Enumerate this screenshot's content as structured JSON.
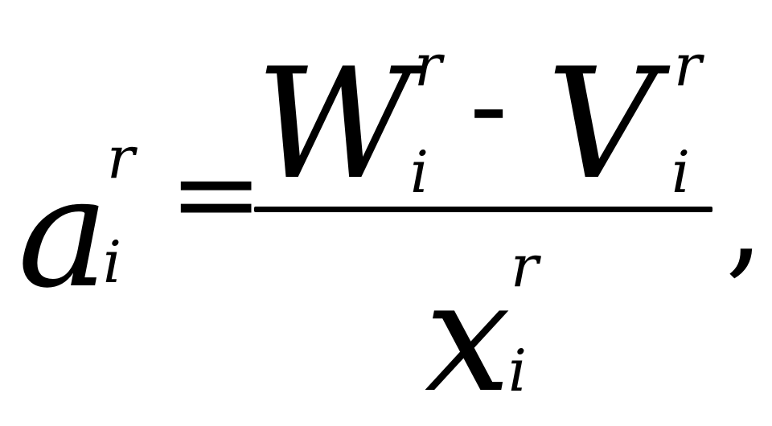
{
  "formula": {
    "lhs": {
      "base": "a",
      "superscript": "r",
      "subscript": "i"
    },
    "equals": "=",
    "numerator": {
      "term1": {
        "base": "W",
        "superscript": "r",
        "subscript": "i"
      },
      "operator": "-",
      "term2": {
        "base": "V",
        "superscript": "r",
        "subscript": "i"
      }
    },
    "denominator": {
      "base": "x",
      "superscript": "r",
      "subscript": "i"
    },
    "trailing": ","
  }
}
